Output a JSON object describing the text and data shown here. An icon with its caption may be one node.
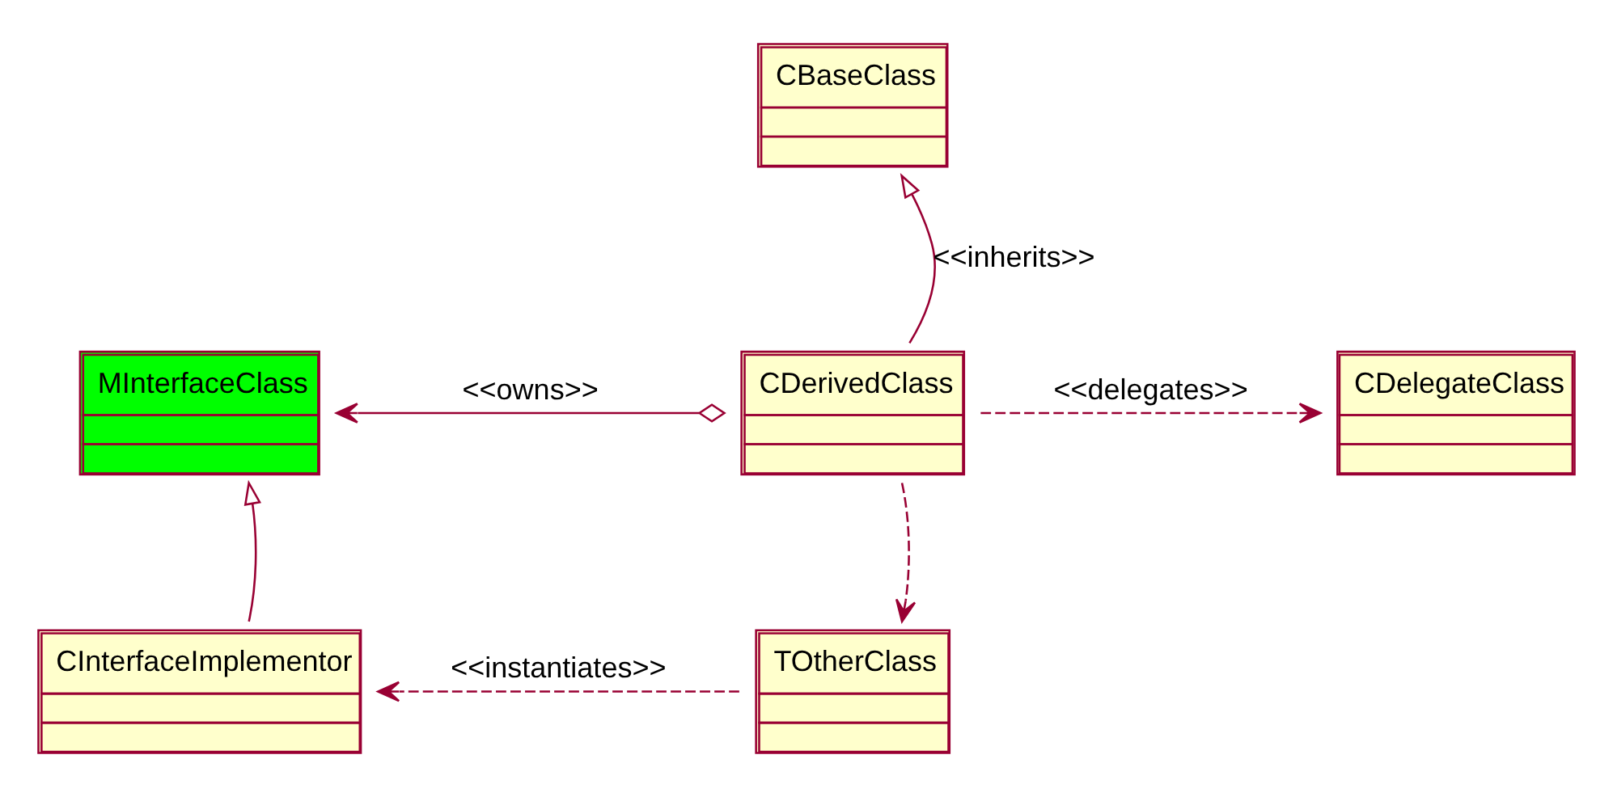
{
  "diagram": {
    "nodes": [
      {
        "text": [
          "CBaseClass"
        ]
      },
      {
        "text": [
          "MInterfaceClass"
        ]
      },
      {
        "text": [
          "CDerivedClass"
        ]
      },
      {
        "text": [
          "CDelegateClass"
        ]
      },
      {
        "text": [
          "CInterfaceImplementor"
        ]
      },
      {
        "text": [
          "TOtherClass"
        ]
      }
    ],
    "edges": [
      {
        "from": 2,
        "to": 0,
        "arrow": "to",
        "label": "<<inherits>>"
      },
      {
        "from": 2,
        "to": 1,
        "arrow": "to",
        "label": "<<owns>>"
      },
      {
        "from": 2,
        "to": 3,
        "arrow": "to",
        "style": "dashed",
        "label": "<<delegates>>"
      },
      {
        "from": 2,
        "to": 5,
        "arrow": "to",
        "style": "dashed"
      },
      {
        "from": 4,
        "to": 1,
        "arrow": "to"
      },
      {
        "from": 5,
        "to": 4,
        "arrow": "to",
        "style": "dashed",
        "label": "<<instantiates>>"
      }
    ]
  }
}
